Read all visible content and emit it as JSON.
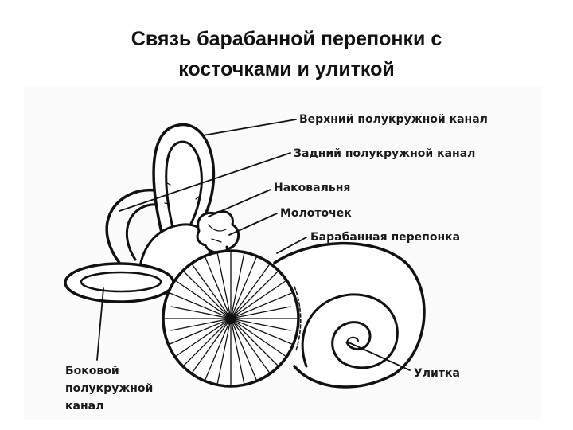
{
  "title": {
    "line1": "Связь барабанной перепонки с",
    "line2": "косточками и улиткой"
  },
  "labels": {
    "superior_canal": "Верхний полукружной канал",
    "posterior_canal": "Задний полукружной канал",
    "incus": "Наковальня",
    "malleus": "Молоточек",
    "eardrum": "Барабанная перепонка",
    "cochlea": "Улитка",
    "lateral_canal": {
      "line1": "Боковой",
      "line2": "полукружной",
      "line3": "канал"
    }
  }
}
